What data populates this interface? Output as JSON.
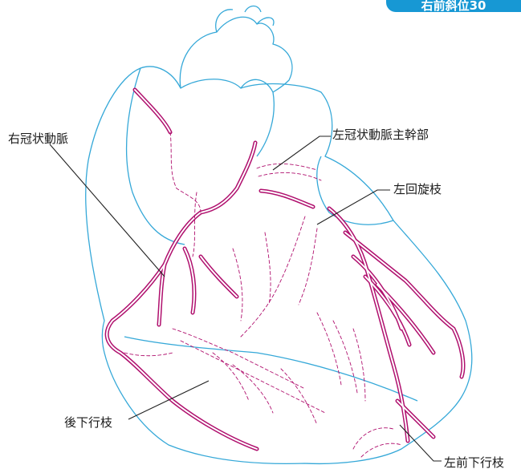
{
  "view_tag": "右前斜位30",
  "labels": {
    "right_coronary": "右冠状動脈",
    "left_main": "左冠状動脈主幹部",
    "left_circumflex": "左回旋枝",
    "posterior_descending": "後下行枝",
    "left_anterior_descending": "左前下行枝"
  },
  "colors": {
    "outline": "#35a8d8",
    "artery": "#b0106e",
    "leader": "#222222",
    "tag_bg": "#1798d4"
  }
}
